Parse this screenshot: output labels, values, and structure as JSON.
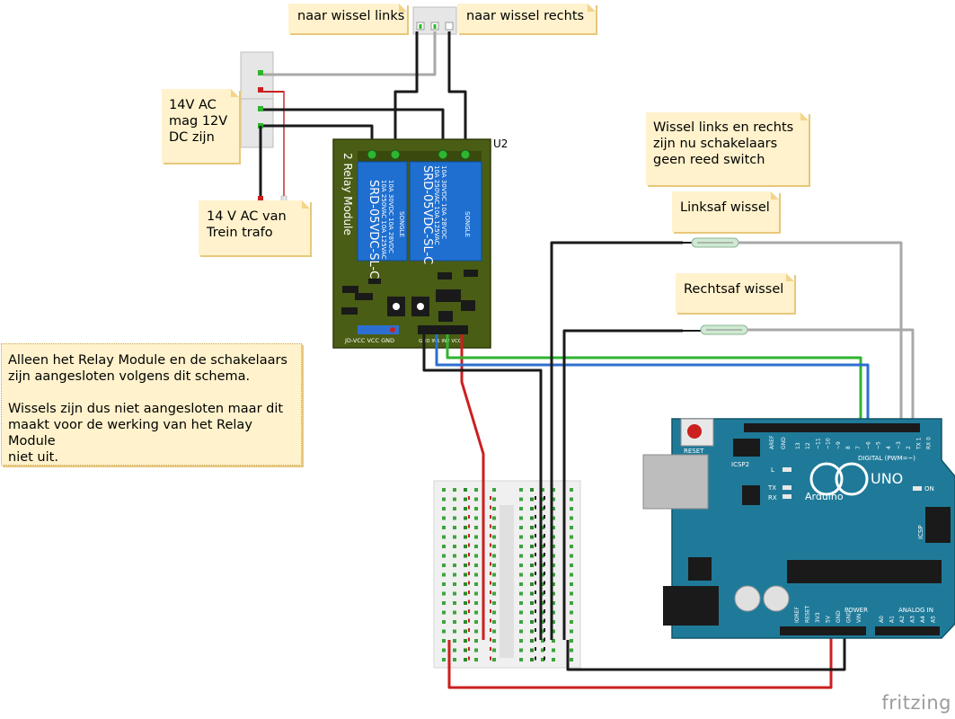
{
  "notes": {
    "wissel_links": "naar wissel links",
    "wissel_rechts": "naar wissel rechts",
    "ac_14v": "14V AC\nmag 12V\nDC zijn",
    "trafo": "14 V AC van\nTrein trafo",
    "schakelaars": "Wissel links en rechts\nzijn nu schakelaars\ngeen reed switch",
    "linksaf": "Linksaf wissel",
    "rechtsaf": "Rechtsaf wissel",
    "info": "Alleen het Relay Module en de schakelaars\nzijn aangesloten volgens dit schema.\n\nWissels zijn dus niet aangesloten maar dit\nmaakt voor de werking van het Relay Module\nniet uit."
  },
  "relay": {
    "ref": "U2",
    "module_label": "2 Relay Module",
    "relay_model": "SRD-05VDC-SL-C",
    "relay_brand": "SONGLE",
    "rating1": "10A 250VAC  10A 125VAC",
    "rating2": "10A 30VDC  10A 28VDC",
    "pin_labels": "JD-VCC  VCC  GND",
    "in_labels": "GND IN1 IN2 VCC"
  },
  "arduino": {
    "brand": "Arduino",
    "model": "UNO",
    "reset": "RESET",
    "icsp2": "ICSP2",
    "icsp": "ICSP",
    "aref": "AREF",
    "gnd": "GND",
    "digital": "DIGITAL (PWM=~)",
    "analog": "ANALOG IN",
    "power": "POWER",
    "on": "ON",
    "l": "L",
    "tx": "TX",
    "rx": "RX",
    "dig_pins": [
      "13",
      "12",
      "~11",
      "~10",
      "~9",
      "8",
      "7",
      "~6",
      "~5",
      "4",
      "~3",
      "2",
      "TX 1",
      "RX 0"
    ],
    "power_pins": [
      "IOREF",
      "RESET",
      "3V3",
      "5V",
      "GND",
      "GND",
      "VIN"
    ],
    "analog_pins": [
      "A0",
      "A1",
      "A2",
      "A3",
      "A4",
      "A5"
    ]
  },
  "footer": {
    "brand": "fritzing"
  },
  "colors": {
    "wire_black": "#1a1a1a",
    "wire_red": "#cc1f1f",
    "wire_green": "#2fb52f",
    "wire_blue": "#2d6fd0",
    "wire_gray": "#a8a8a8",
    "relay_pcb": "#4a5d14",
    "relay_blue": "#1f6fd1",
    "arduino": "#1f7a99",
    "note": "#fff2cc"
  }
}
